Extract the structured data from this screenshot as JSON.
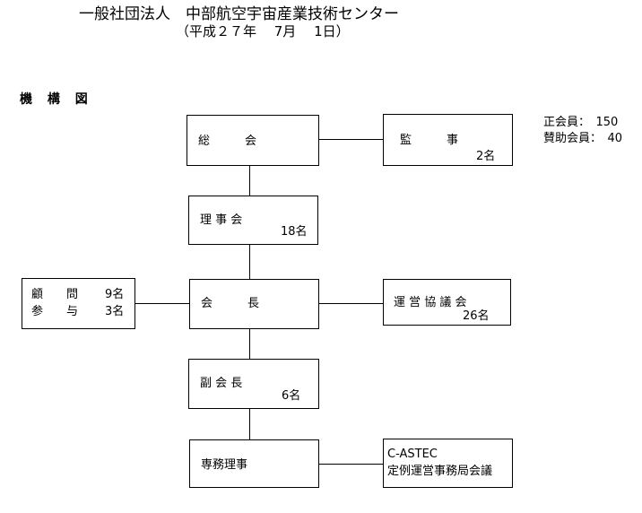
{
  "header": {
    "title": "一般社団法人　中部航空宇宙産業技術センター",
    "date": "（平成２７年　 7月　 1日）"
  },
  "section_heading": "機 構 図",
  "membership": {
    "regular": "正会員：　150",
    "supporting": "賛助会員：　40"
  },
  "nodes": {
    "general_assembly": {
      "label": "総　　　会"
    },
    "auditor": {
      "label": "監　　　事",
      "count": "2名"
    },
    "board": {
      "label": "理 事 会",
      "count": "18名"
    },
    "advisors": {
      "row1_label": "顧　　問",
      "row1_count": "9名",
      "row2_label": "参　　与",
      "row2_count": "3名"
    },
    "chairman": {
      "label": "会　　　長"
    },
    "steering_council": {
      "label": "運 営 協 議 会",
      "count": "26名"
    },
    "vice_chairman": {
      "label": "副 会 長",
      "count": "6名"
    },
    "executive_director": {
      "label": "専務理事"
    },
    "castec": {
      "line1": "C-ASTEC",
      "line2": "定例運営事務局会議"
    }
  }
}
